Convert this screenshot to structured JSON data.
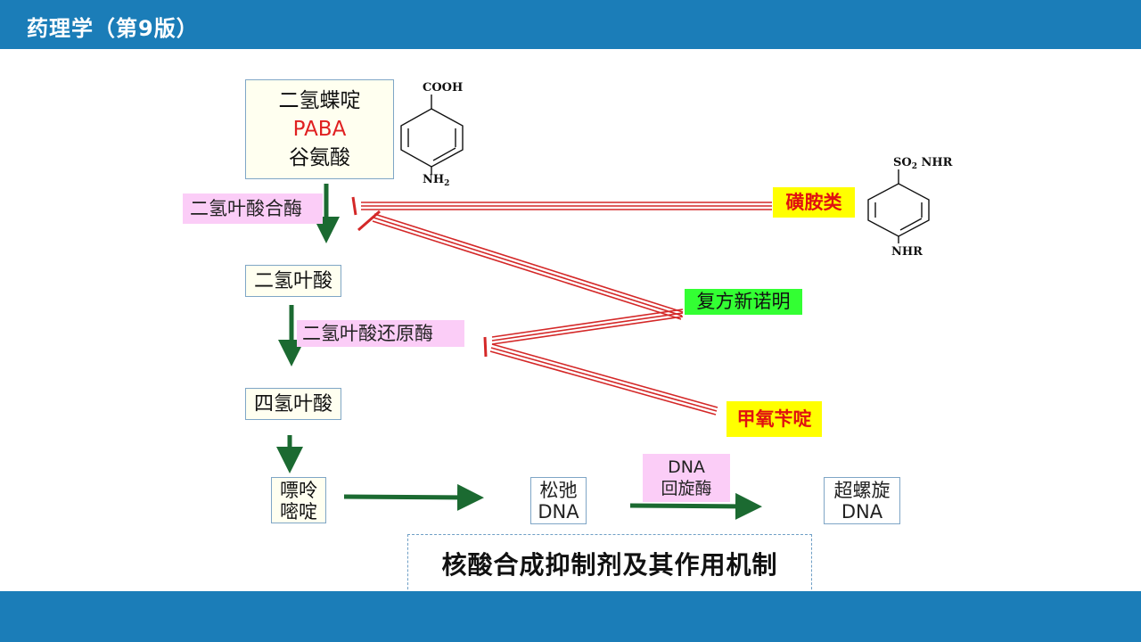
{
  "header": {
    "title": "药理学（第9版）"
  },
  "pathway": {
    "substrates": [
      "二氢蝶啶",
      "PABA",
      "谷氨酸"
    ],
    "dhf": "二氢叶酸",
    "thf": "四氢叶酸",
    "purine_line1": "嘌呤",
    "purine_line2": "嘧啶",
    "relaxed_line1": "松弛",
    "relaxed_line2": "DNA",
    "super_line1": "超螺旋",
    "super_line2": "DNA"
  },
  "enzymes": {
    "dhps": "二氢叶酸合酶",
    "dhfr": "二氢叶酸还原酶",
    "gyrase_line1": "DNA",
    "gyrase_line2": "回旋酶"
  },
  "drugs": {
    "sulfonamides": "磺胺类",
    "cotrimoxazole": "复方新诺明",
    "trimethoprim": "甲氧苄啶"
  },
  "structures": {
    "paba_top": "COOH",
    "paba_bottom": "NH",
    "paba_bottom_sub": "2",
    "sulfa_top_a": "SO",
    "sulfa_top_sub": "2",
    "sulfa_top_b": " NHR",
    "sulfa_bottom": "NHR"
  },
  "caption": "核酸合成抑制剂及其作用机制",
  "colors": {
    "bar": "#1b7db8",
    "arrow": "#1b6a31",
    "inhibit": "#d42828",
    "pink": "#fbcdf7",
    "yellow": "#ffff00",
    "green": "#33ff33",
    "paba_red": "#e02020"
  }
}
